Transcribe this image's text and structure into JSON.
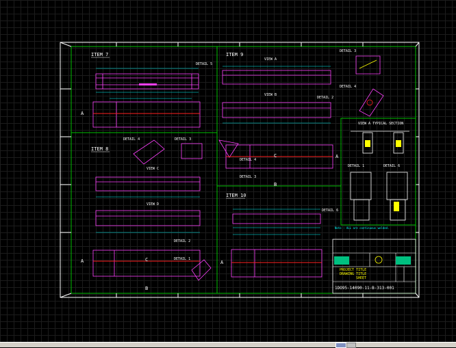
{
  "colors": {
    "background": "#000000",
    "frame": "#ffffff",
    "section_lines": "#00c000",
    "part_outline": "#ff40ff",
    "dimension": "#00ffff",
    "text": "#ffffff",
    "centerline": "#ff0000",
    "title_text": "#ffff00",
    "logo": "#00c080"
  },
  "icons": [
    "section-arrow-icon",
    "company-logo-icon"
  ],
  "item_labels": {
    "item7": "ITEM 7",
    "item9": "ITEM 9",
    "item8": "ITEM 8",
    "item10": "ITEM 10"
  },
  "view_labels": {
    "view_a": "VIEW A",
    "view_b": "VIEW B",
    "view_c": "VIEW C",
    "view_d": "VIEW D",
    "view_a_typical": "VIEW A TYPICAL SECTION"
  },
  "detail_labels": {
    "detail1": "DETAIL 1",
    "detail2": "DETAIL 2",
    "detail3": "DETAIL 3",
    "detail4": "DETAIL 4",
    "detail5": "DETAIL 5",
    "detail6": "DETAIL 6"
  },
  "section_markers": {
    "a": "A",
    "b": "B",
    "c": "C"
  },
  "title_block": {
    "note": "Note : ALL are continuous welded.",
    "line1": "PROJECT TITLE",
    "line2": "DRAWING TITLE",
    "line3": "SHEET",
    "drawing_no": "1DO95-14090-11-B-313-001"
  }
}
